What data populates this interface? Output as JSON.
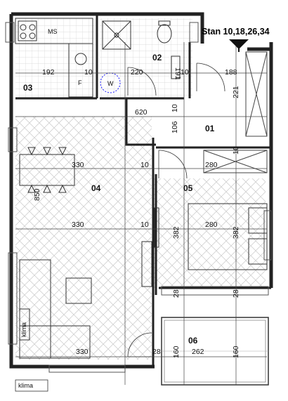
{
  "title": "Stan 10,18,26,34",
  "rooms": {
    "r01": "01",
    "r02": "02",
    "r03": "03",
    "r04": "04",
    "r05": "05",
    "r06": "06"
  },
  "labels": {
    "ms": "MS",
    "f": "F",
    "w": "W",
    "klima_inside": "klima",
    "klima_outside": "klima"
  },
  "dims": {
    "d192": "192",
    "d10a": "10",
    "d220": "220",
    "d10b": "10",
    "d188": "188",
    "d191": "191",
    "d221": "221",
    "d620": "620",
    "d10c": "10",
    "d106": "106",
    "d10d": "10",
    "d330a": "330",
    "d10e": "10",
    "d280a": "280",
    "d850": "850",
    "d330b": "330",
    "d10f": "10",
    "d382a": "382",
    "d280b": "280",
    "d382b": "382",
    "d28a": "28",
    "d28b": "28",
    "d330c": "330",
    "d28c": "28",
    "d160a": "160",
    "d262": "262",
    "d160b": "160"
  },
  "colors": {
    "wall": "#222222",
    "hatch": "#bdbdbd",
    "grid": "#c8c8c8",
    "accent": "#1a1aff"
  }
}
